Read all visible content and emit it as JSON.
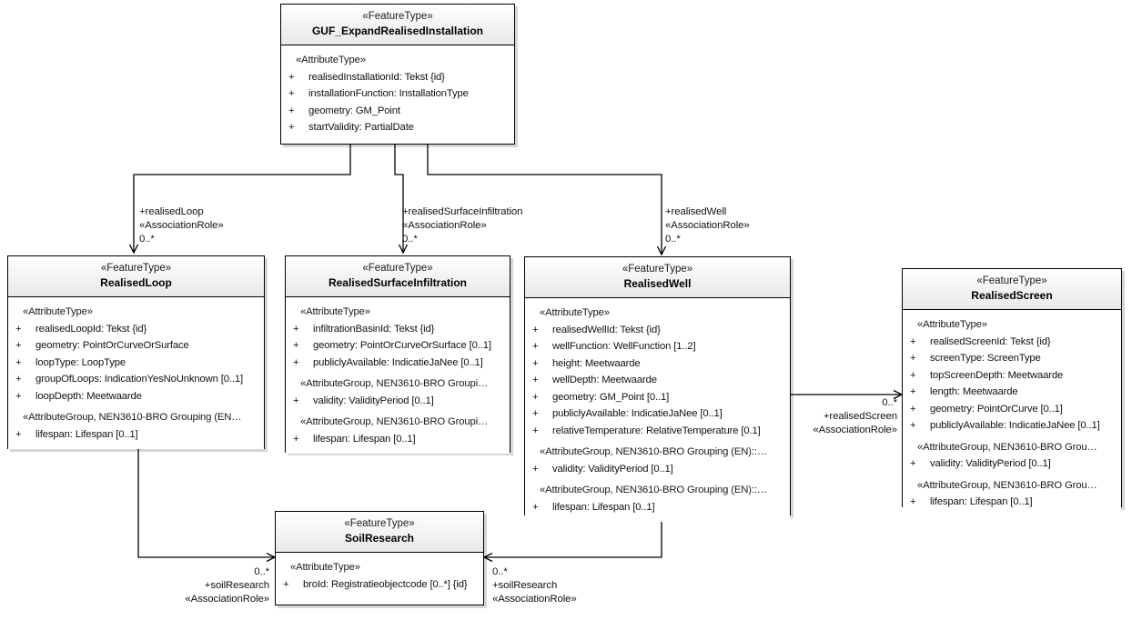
{
  "diagram": {
    "title": "GUF_ExpandRealisedInstallation UML class diagram",
    "stereotype_feature": "«FeatureType»",
    "stereotype_attribute": "«AttributeType»"
  },
  "classes": {
    "expand": {
      "stereotype": "«FeatureType»",
      "name": "GUF_ExpandRealisedInstallation",
      "groups": [
        {
          "label": "«AttributeType»",
          "attributes": [
            {
              "vis": "+",
              "text": "realisedInstallationId: Tekst {id}"
            },
            {
              "vis": "+",
              "text": "installationFunction: InstallationType"
            },
            {
              "vis": "+",
              "text": "geometry: GM_Point"
            },
            {
              "vis": "+",
              "text": "startValidity: PartialDate"
            }
          ]
        }
      ]
    },
    "loop": {
      "stereotype": "«FeatureType»",
      "name": "RealisedLoop",
      "groups": [
        {
          "label": "«AttributeType»",
          "attributes": [
            {
              "vis": "+",
              "text": "realisedLoopId: Tekst {id}"
            },
            {
              "vis": "+",
              "text": "geometry: PointOrCurveOrSurface"
            },
            {
              "vis": "+",
              "text": "loopType: LoopType"
            },
            {
              "vis": "+",
              "text": "groupOfLoops: IndicationYesNoUnknown [0..1]"
            },
            {
              "vis": "+",
              "text": "loopDepth: Meetwaarde"
            }
          ]
        },
        {
          "label": "«AttributeGroup, NEN3610-BRO Grouping (EN…",
          "attributes": [
            {
              "vis": "+",
              "text": "lifespan: Lifespan [0..1]"
            }
          ]
        }
      ]
    },
    "surface": {
      "stereotype": "«FeatureType»",
      "name": "RealisedSurfaceInfiltration",
      "groups": [
        {
          "label": "«AttributeType»",
          "attributes": [
            {
              "vis": "+",
              "text": "infiltrationBasinId: Tekst {id}"
            },
            {
              "vis": "+",
              "text": "geometry: PointOrCurveOrSurface [0..1]"
            },
            {
              "vis": "+",
              "text": "publiclyAvailable: IndicatieJaNee [0..1]"
            }
          ]
        },
        {
          "label": "«AttributeGroup, NEN3610-BRO Groupi…",
          "attributes": [
            {
              "vis": "+",
              "text": "validity: ValidityPeriod [0..1]"
            }
          ]
        },
        {
          "label": "«AttributeGroup, NEN3610-BRO Groupi…",
          "attributes": [
            {
              "vis": "+",
              "text": "lifespan: Lifespan [0..1]"
            }
          ]
        }
      ]
    },
    "well": {
      "stereotype": "«FeatureType»",
      "name": "RealisedWell",
      "groups": [
        {
          "label": "«AttributeType»",
          "attributes": [
            {
              "vis": "+",
              "text": "realisedWellId: Tekst {id}"
            },
            {
              "vis": "+",
              "text": "wellFunction: WellFunction [1..2]"
            },
            {
              "vis": "+",
              "text": "height: Meetwaarde"
            },
            {
              "vis": "+",
              "text": "wellDepth: Meetwaarde"
            },
            {
              "vis": "+",
              "text": "geometry: GM_Point [0..1]"
            },
            {
              "vis": "+",
              "text": "publiclyAvailable: IndicatieJaNee [0..1]"
            },
            {
              "vis": "+",
              "text": "relativeTemperature: RelativeTemperature [0.1]"
            }
          ]
        },
        {
          "label": "«AttributeGroup, NEN3610-BRO Grouping (EN)::…",
          "attributes": [
            {
              "vis": "+",
              "text": "validity: ValidityPeriod [0..1]"
            }
          ]
        },
        {
          "label": "«AttributeGroup, NEN3610-BRO Grouping (EN)::…",
          "attributes": [
            {
              "vis": "+",
              "text": "lifespan: Lifespan [0..1]"
            }
          ]
        }
      ]
    },
    "screen": {
      "stereotype": "«FeatureType»",
      "name": "RealisedScreen",
      "groups": [
        {
          "label": "«AttributeType»",
          "attributes": [
            {
              "vis": "+",
              "text": "realisedScreenId: Tekst {id}"
            },
            {
              "vis": "+",
              "text": "screenType: ScreenType"
            },
            {
              "vis": "+",
              "text": "topScreenDepth: Meetwaarde"
            },
            {
              "vis": "+",
              "text": "length: Meetwaarde"
            },
            {
              "vis": "+",
              "text": "geometry: PointOrCurve [0..1]"
            },
            {
              "vis": "+",
              "text": "publiclyAvailable: IndicatieJaNee [0..1]"
            }
          ]
        },
        {
          "label": "«AttributeGroup, NEN3610-BRO Grou…",
          "attributes": [
            {
              "vis": "+",
              "text": "validity: ValidityPeriod [0..1]"
            }
          ]
        },
        {
          "label": "«AttributeGroup, NEN3610-BRO Grou…",
          "attributes": [
            {
              "vis": "+",
              "text": "lifespan: Lifespan [0..1]"
            }
          ]
        }
      ]
    },
    "soil": {
      "stereotype": "«FeatureType»",
      "name": "SoilResearch",
      "groups": [
        {
          "label": "«AttributeType»",
          "attributes": [
            {
              "vis": "+",
              "text": "broId: Registratieobjectcode [0..*] {id}"
            }
          ]
        }
      ]
    }
  },
  "associations": {
    "realised_loop": {
      "role": "+realisedLoop",
      "stereotype": "«AssociationRole»",
      "multiplicity": "0..*"
    },
    "realised_surface_infiltration": {
      "role": "+realisedSurfaceInfiltration",
      "stereotype": "«AssociationRole»",
      "multiplicity": "0..*"
    },
    "realised_well": {
      "role": "+realisedWell",
      "stereotype": "«AssociationRole»",
      "multiplicity": "0..*"
    },
    "realised_screen": {
      "role": "+realisedScreen",
      "stereotype": "«AssociationRole»",
      "multiplicity": "0..*"
    },
    "soil_research_loop": {
      "role": "+soilResearch",
      "stereotype": "«AssociationRole»",
      "multiplicity": "0..*"
    },
    "soil_research_well": {
      "role": "+soilResearch",
      "stereotype": "«AssociationRole»",
      "multiplicity": "0..*"
    }
  }
}
